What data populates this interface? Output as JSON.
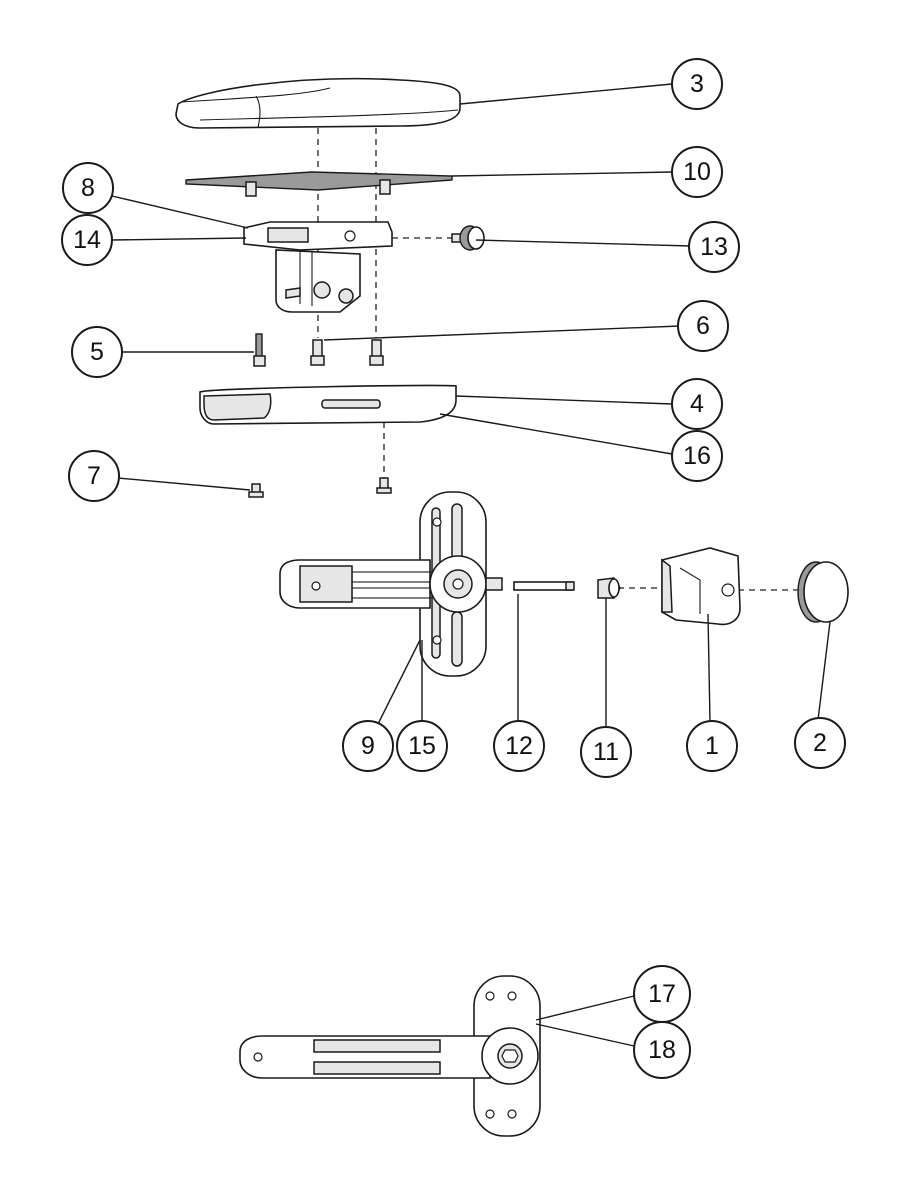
{
  "diagram": {
    "callouts": [
      "3",
      "10",
      "8",
      "14",
      "13",
      "6",
      "5",
      "4",
      "16",
      "7",
      "9",
      "15",
      "12",
      "11",
      "1",
      "2",
      "17",
      "18"
    ]
  }
}
